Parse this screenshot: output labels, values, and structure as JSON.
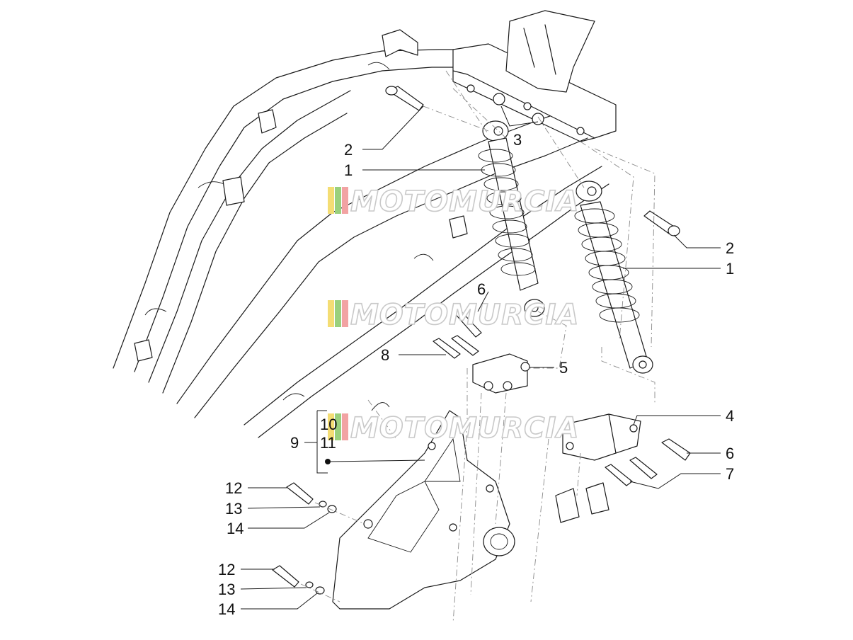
{
  "watermark": {
    "text": "MOTOMURCIA",
    "stripe_colors": [
      "#f4dd74",
      "#9ad07c",
      "#f2a3a3"
    ]
  },
  "callouts": {
    "c1_left": "1",
    "c2_left": "2",
    "c3": "3",
    "c2_right": "2",
    "c1_right": "1",
    "c6_mid": "6",
    "c8": "8",
    "c5": "5",
    "c4": "4",
    "c6_right": "6",
    "c7": "7",
    "c9": "9",
    "c10": "10",
    "c11": "11",
    "c12_top": "12",
    "c13_top": "13",
    "c14_top": "14",
    "c12_bottom": "12",
    "c13_bottom": "13",
    "c14_bottom": "14"
  }
}
